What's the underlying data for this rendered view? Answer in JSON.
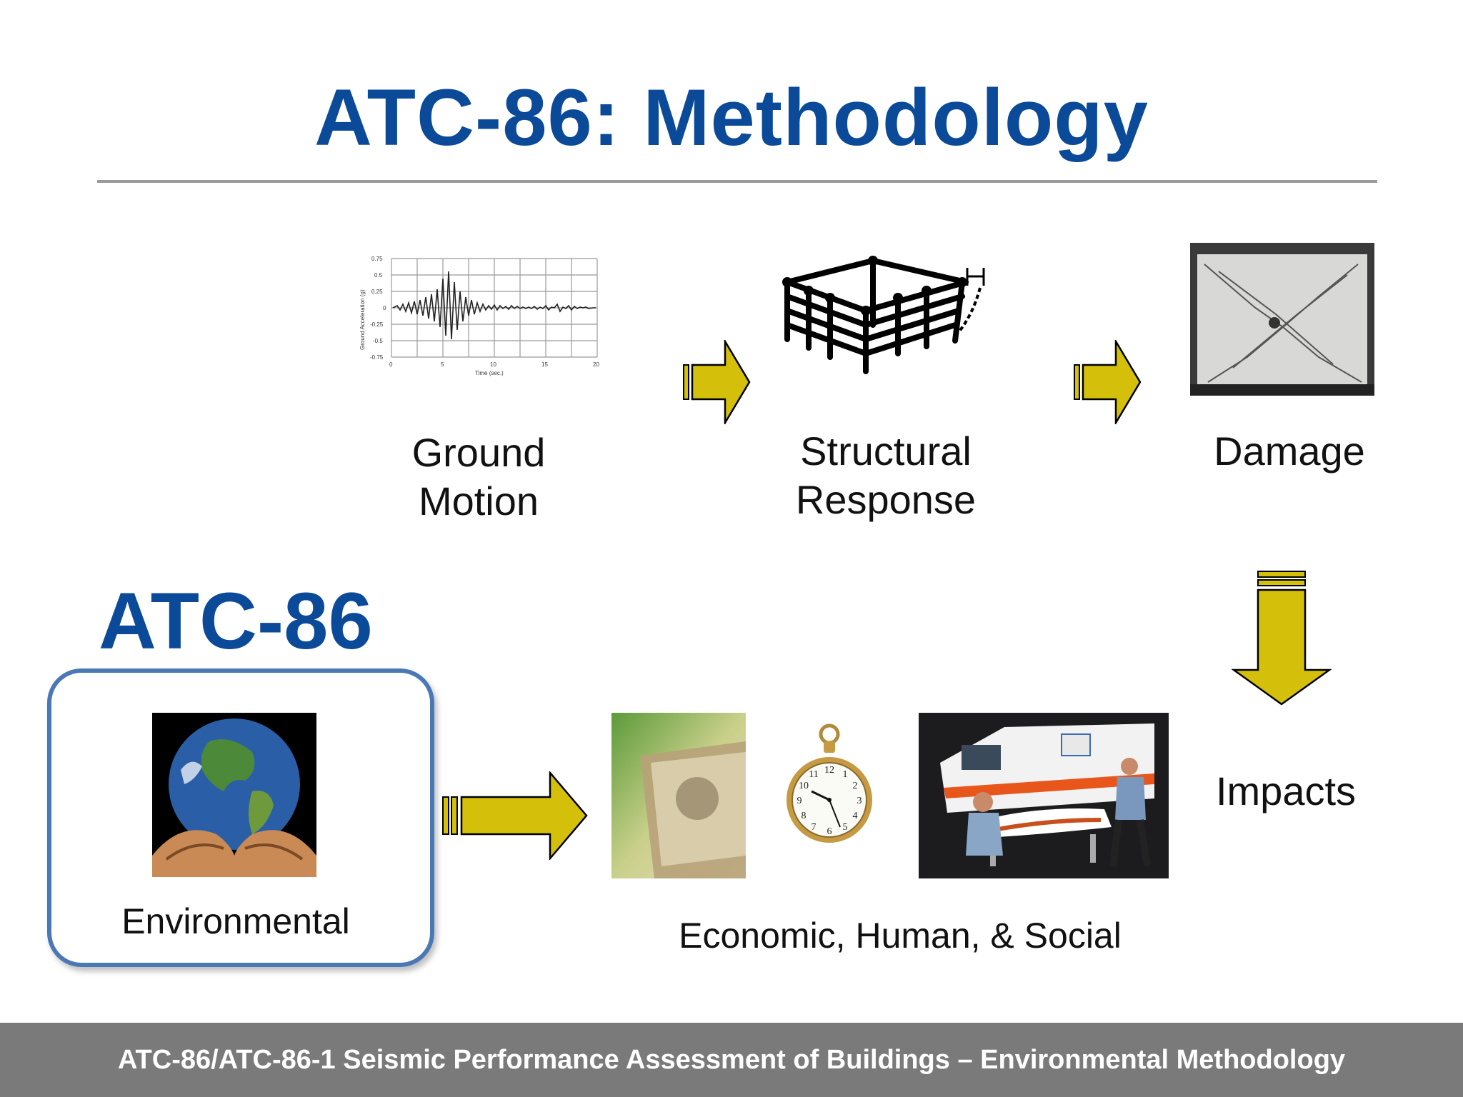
{
  "slide": {
    "title": "ATC-86: Methodology",
    "section_heading": "ATC-86",
    "footer": "ATC-86/ATC-86-1 Seismic Performance Assessment of Buildings – Environmental Methodology"
  },
  "steps": {
    "ground_motion": {
      "line1": "Ground",
      "line2": "Motion"
    },
    "structural_response": {
      "line1": "Structural",
      "line2": "Response"
    },
    "damage": {
      "label": "Damage"
    },
    "impacts": {
      "label": "Impacts"
    }
  },
  "impact_groups": {
    "environmental": "Environmental",
    "economic_human_social": "Economic, Human, & Social"
  },
  "seismogram_ticks": {
    "y": [
      "0.75",
      "0.5",
      "0.25",
      "0",
      "-0.25",
      "-0.5",
      "-0.75"
    ],
    "x": [
      "0",
      "5",
      "10",
      "15",
      "20"
    ],
    "xlabel": "Time (sec.)",
    "ylabel": "Ground Acceleration (g)"
  },
  "clock_numerals": [
    "12",
    "1",
    "2",
    "3",
    "4",
    "5",
    "6",
    "7",
    "8",
    "9",
    "10",
    "11"
  ],
  "colors": {
    "title_blue": "#0b4a99",
    "arrow_yellow": "#d4c00a",
    "box_border": "#4a78b5",
    "footer_gray": "#7a7a7a"
  },
  "icons": [
    "seismogram-icon",
    "structural-frame-icon",
    "cracked-wall-icon",
    "earth-in-hands-icon",
    "money-icon",
    "pocket-watch-icon",
    "ambulance-icon"
  ]
}
